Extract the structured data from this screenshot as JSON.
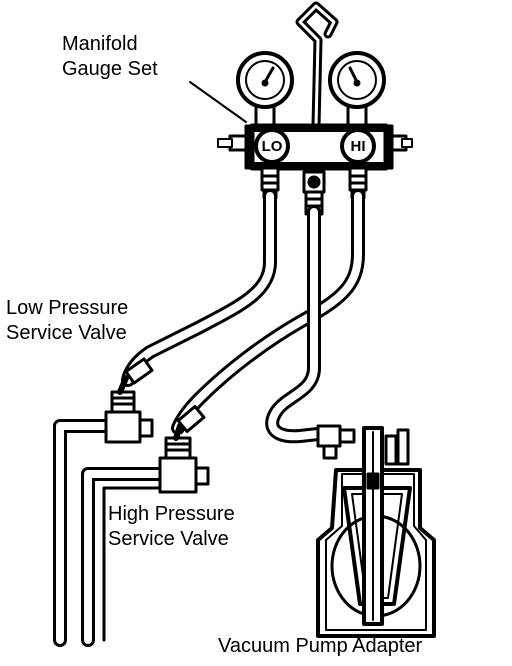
{
  "labels": {
    "manifold": [
      "Manifold",
      "Gauge Set"
    ],
    "low_valve": [
      "Low Pressure",
      "Service Valve"
    ],
    "high_valve": [
      "High Pressure",
      "Service Valve"
    ],
    "adapter": "Vacuum Pump Adapter"
  },
  "gauge_labels": {
    "lo": "LO",
    "hi": "HI"
  },
  "colors": {
    "ink": "#000000",
    "paper": "#ffffff"
  }
}
